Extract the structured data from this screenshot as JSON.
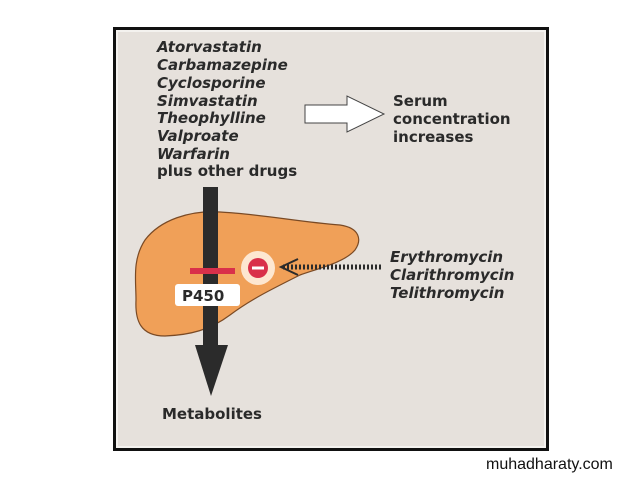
{
  "drugs": [
    "Atorvastatin",
    "Carbamazepine",
    "Cyclosporine",
    "Simvastatin",
    "Theophylline",
    "Valproate",
    "Warfarin"
  ],
  "plus_other": "plus other drugs",
  "effect": [
    "Serum",
    "concentration",
    "increases"
  ],
  "enzyme_label": "P450",
  "inhibitors": [
    "Erythromycin",
    "Clarithromycin",
    "Telithromycin"
  ],
  "output_label": "Metabolites",
  "watermark": "muhadharaty.com",
  "colors": {
    "panel": "#e6e1dc",
    "liver": "#f0a058",
    "inhibit": "#d9304a",
    "arrow": "#2b2b2b"
  }
}
